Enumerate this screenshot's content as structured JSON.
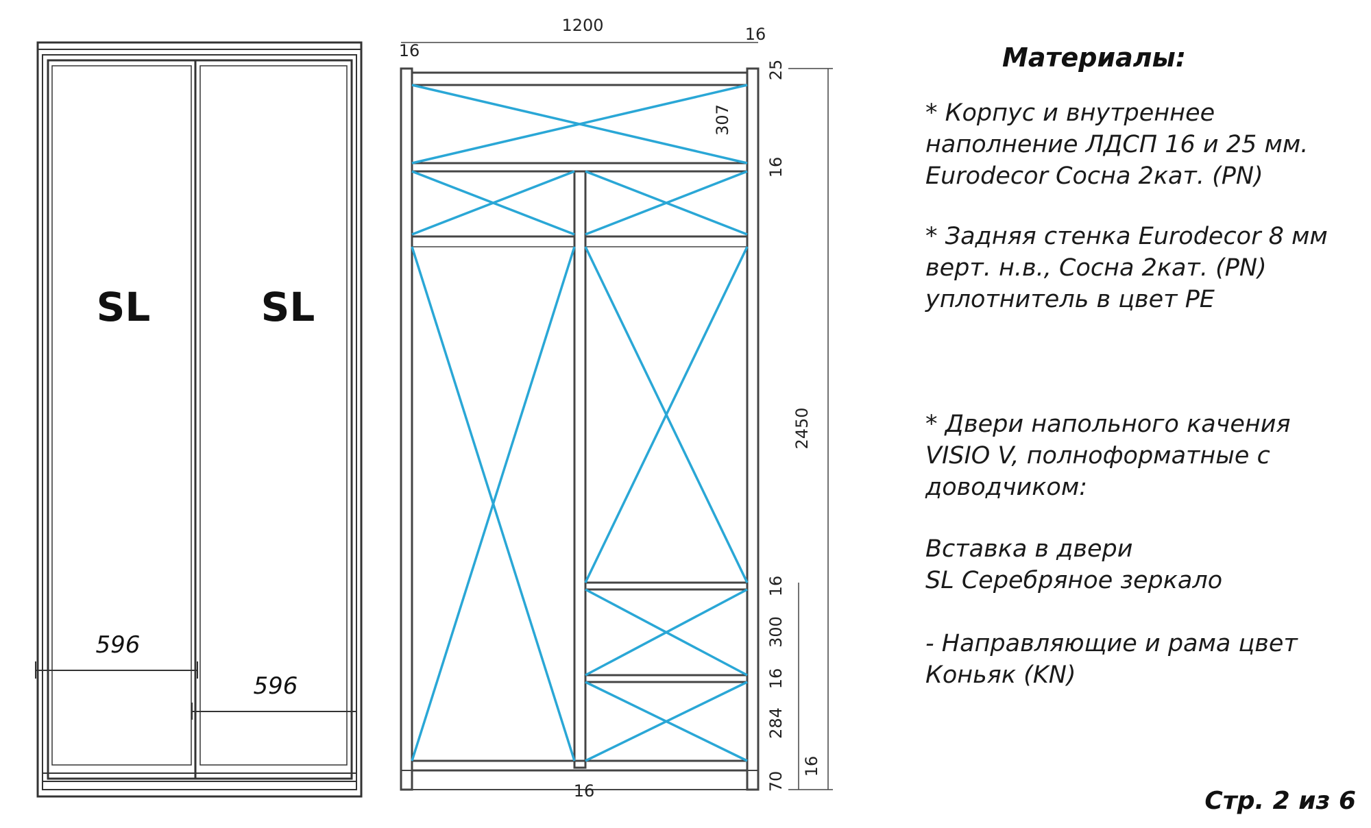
{
  "colors": {
    "frame": "#333333",
    "cross": "#2aa7d6",
    "text": "#111111"
  },
  "doors": {
    "left_label": "SL",
    "right_label": "SL",
    "left_width": "596",
    "right_width": "596"
  },
  "dims": {
    "total_width": "1200",
    "side_left": "16",
    "side_right": "16",
    "bottom": "16",
    "top_board": "25",
    "top_compartment": "307",
    "shelf_1": "16",
    "total_height": "2450",
    "shelf_2": "16",
    "drawer_1": "300",
    "shelf_3": "16",
    "drawer_2": "284",
    "plinth": "70",
    "plinth_board": "16"
  },
  "materials": {
    "heading": "Материалы:",
    "body_lines": [
      "* Корпус и внутреннее",
      "наполнение ЛДСП 16 и 25 мм.",
      "Eurodecor Сосна 2кат. (PN)"
    ],
    "back_lines": [
      "* Задняя стенка Eurodecor 8 мм",
      "верт. н.в., Сосна 2кат. (PN)",
      "уплотнитель в цвет PE"
    ],
    "doors_lines": [
      "* Двери напольного качения",
      "VISIO V, полноформатные  с",
      "доводчиком:"
    ],
    "insert_lines": [
      "Вставка в двери",
      "SL Серебряное зеркало"
    ],
    "rails_lines": [
      "- Направляющие и рама цвет",
      "Коньяк (KN)"
    ]
  },
  "page": "Стр. 2 из 6"
}
